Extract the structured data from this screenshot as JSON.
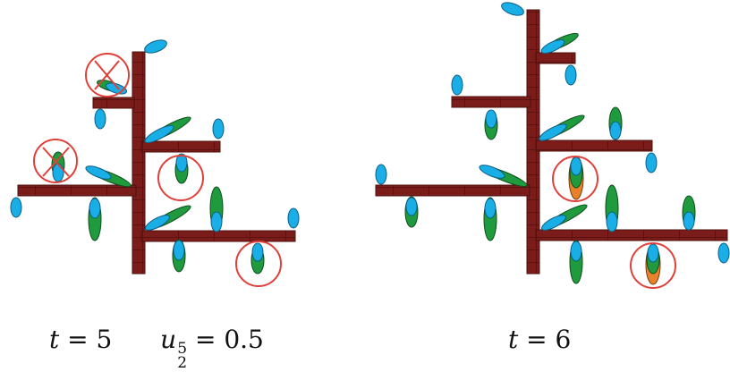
{
  "colors": {
    "stem": "#7a1d1a",
    "leaf_blue": "#1aaee6",
    "leaf_green": "#1f9a3c",
    "leaf_orange": "#e8822a",
    "marker_red": "#e0403a"
  },
  "left_panel": {
    "caption": {
      "t_var": "t",
      "eq1": " = ",
      "t_value": "5",
      "u_var": "u",
      "u_sup": "5",
      "u_sub": "2",
      "eq2": " = ",
      "u_value": "0.5"
    }
  },
  "right_panel": {
    "caption": {
      "t_var": "t",
      "eq": " = ",
      "t_value": "6"
    }
  }
}
